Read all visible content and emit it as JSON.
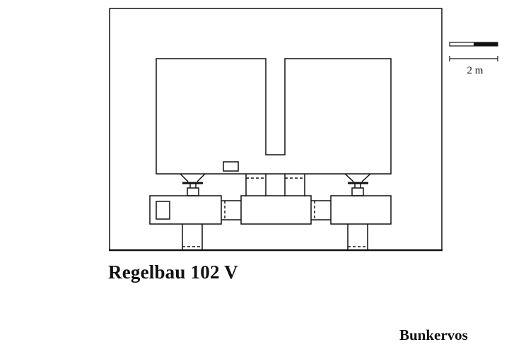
{
  "title": "Regelbau 102 V",
  "credit": "Bunkervos",
  "scale": {
    "label": "2 m"
  },
  "colors": {
    "line": "#111111",
    "background": "#ffffff"
  }
}
